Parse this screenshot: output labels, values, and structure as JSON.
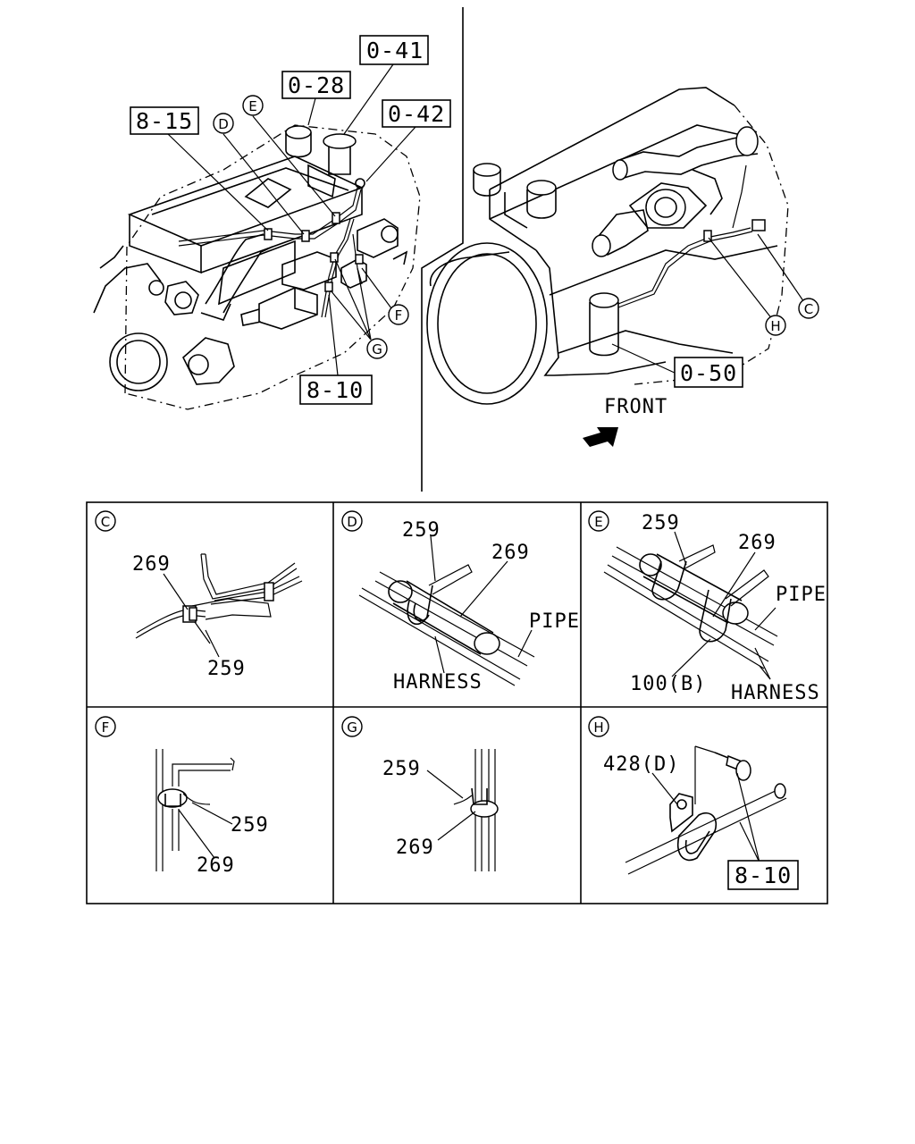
{
  "top_left_refs": {
    "r0_41": "0-41",
    "r0_28": "0-28",
    "r0_42": "0-42",
    "r8_15": "8-15",
    "r8_10": "8-10"
  },
  "top_left_callouts": {
    "D": "D",
    "E": "E",
    "F": "F",
    "G": "G"
  },
  "top_right_refs": {
    "r0_50": "0-50"
  },
  "top_right_callouts": {
    "H": "H",
    "C": "C"
  },
  "front_label": "FRONT",
  "details": {
    "C": {
      "letter": "C",
      "l269": "269",
      "l259": "259"
    },
    "D": {
      "letter": "D",
      "l259": "259",
      "l269": "269",
      "pipe": "PIPE",
      "harness": "HARNESS"
    },
    "E": {
      "letter": "E",
      "l259": "259",
      "l269": "269",
      "pipe": "PIPE",
      "l100b": "100(B)",
      "harness": "HARNESS"
    },
    "F": {
      "letter": "F",
      "l259": "259",
      "l269": "269"
    },
    "G": {
      "letter": "G",
      "l259": "259",
      "l269": "269"
    },
    "H": {
      "letter": "H",
      "l428d": "428(D)",
      "r8_10": "8-10"
    }
  }
}
